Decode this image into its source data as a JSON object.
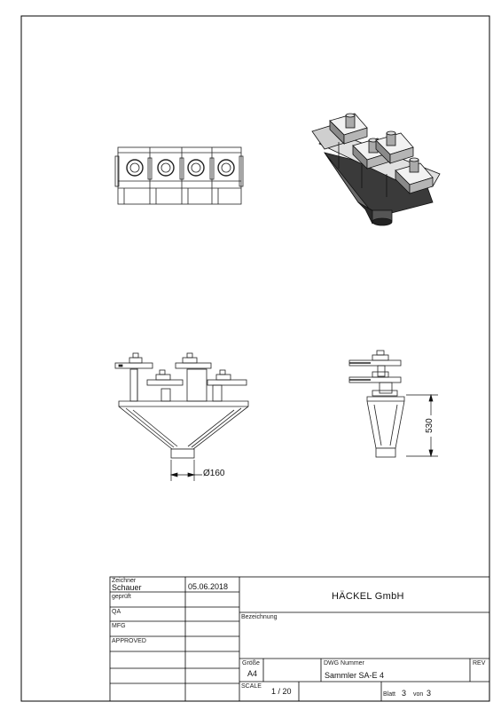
{
  "title_block": {
    "drawn_by_label": "Zeichner",
    "drawn_by_name": "Schauer",
    "drawn_date": "05.06.2018",
    "checked_label": "geprüft",
    "qa_label": "QA",
    "mfg_label": "MFG",
    "approved_label": "APPROVED",
    "company": "HÄCKEL GmbH",
    "description_label": "Bezeichnung",
    "size_label": "Größe",
    "size_value": "A4",
    "dwg_label": "DWG Nummer",
    "dwg_value": "Sammler SA-E 4",
    "rev_label": "REV",
    "scale_label": "SCALE",
    "scale_value": "1 / 20",
    "sheet_label": "Blatt",
    "sheet_number": "3",
    "of_label": "von",
    "sheet_total": "3"
  },
  "dimensions": {
    "diameter": "Ø160",
    "height": "530"
  }
}
